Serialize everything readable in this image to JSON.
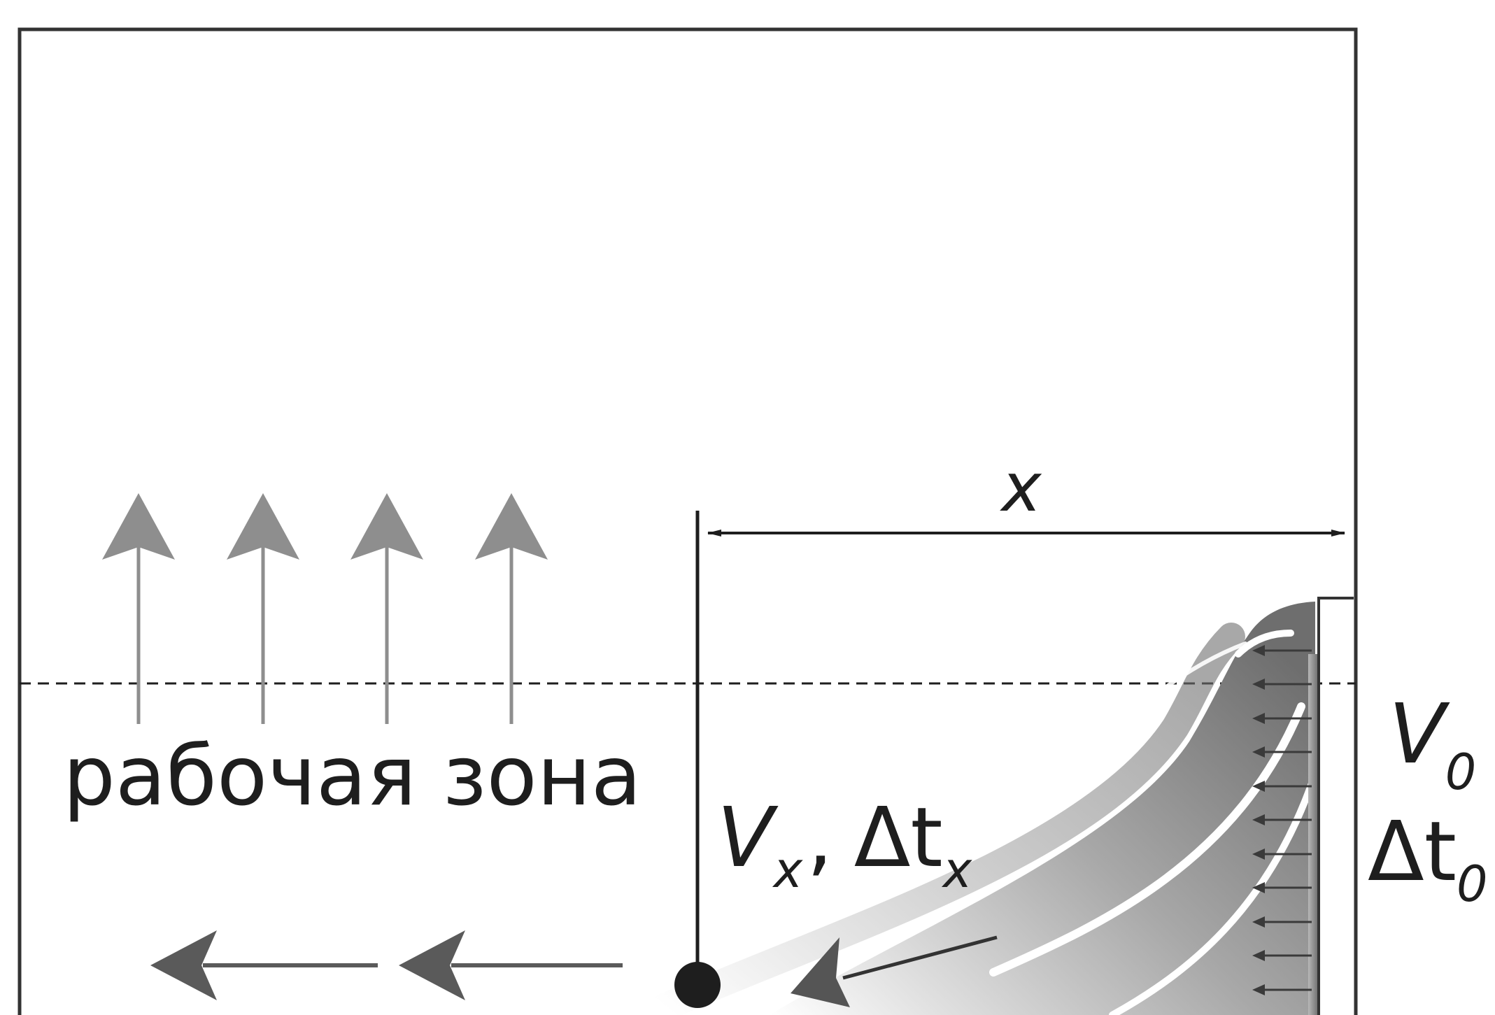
{
  "labels": {
    "distance": "x",
    "working_zone": "рабочая зона",
    "point_velocity": "V",
    "point_velocity_sub": "x",
    "separator": ",",
    "point_temp_delta": "Δt",
    "point_temp_delta_sub": "x",
    "outlet_velocity": "V",
    "outlet_velocity_sub": "0",
    "outlet_temp_delta": "Δt",
    "outlet_temp_delta_sub": "0"
  },
  "colors": {
    "line": "#1e1e1e",
    "upward_arrow": "#8e8e8e",
    "leftward_arrow": "#5a5a5a",
    "jet_dark": "#7a7a7a",
    "jet_light": "#ffffff"
  }
}
